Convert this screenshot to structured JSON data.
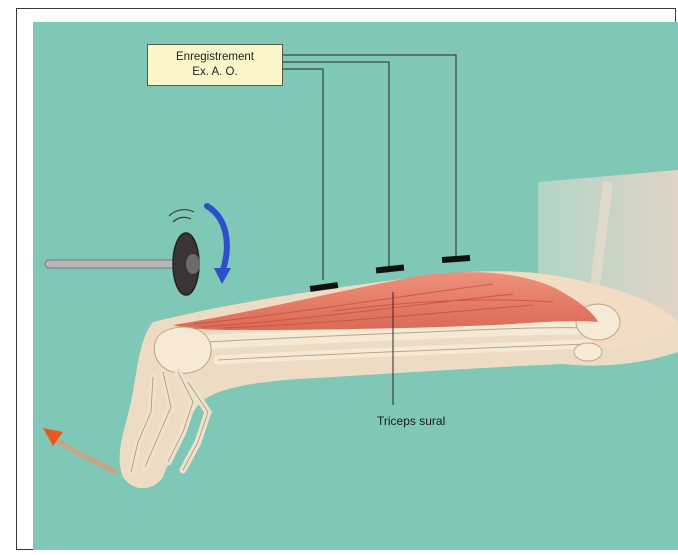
{
  "recording_label": {
    "line1": "Enregistrement",
    "line2": "Ex. A. O."
  },
  "muscle_label": "Triceps sural",
  "colors": {
    "background": "#7fc7b7",
    "label_box": "#fbf6c9",
    "muscle": "#e4735f",
    "skin": "#f4dcc4",
    "bone": "#f6ead6",
    "rotation_arrow": "#2e4fc9",
    "motion_arrow": "#e85a1c"
  },
  "icons": [
    "reflex-hammer-icon",
    "rotation-arrow-icon",
    "foot-motion-arrow-icon",
    "electrode-icon"
  ]
}
